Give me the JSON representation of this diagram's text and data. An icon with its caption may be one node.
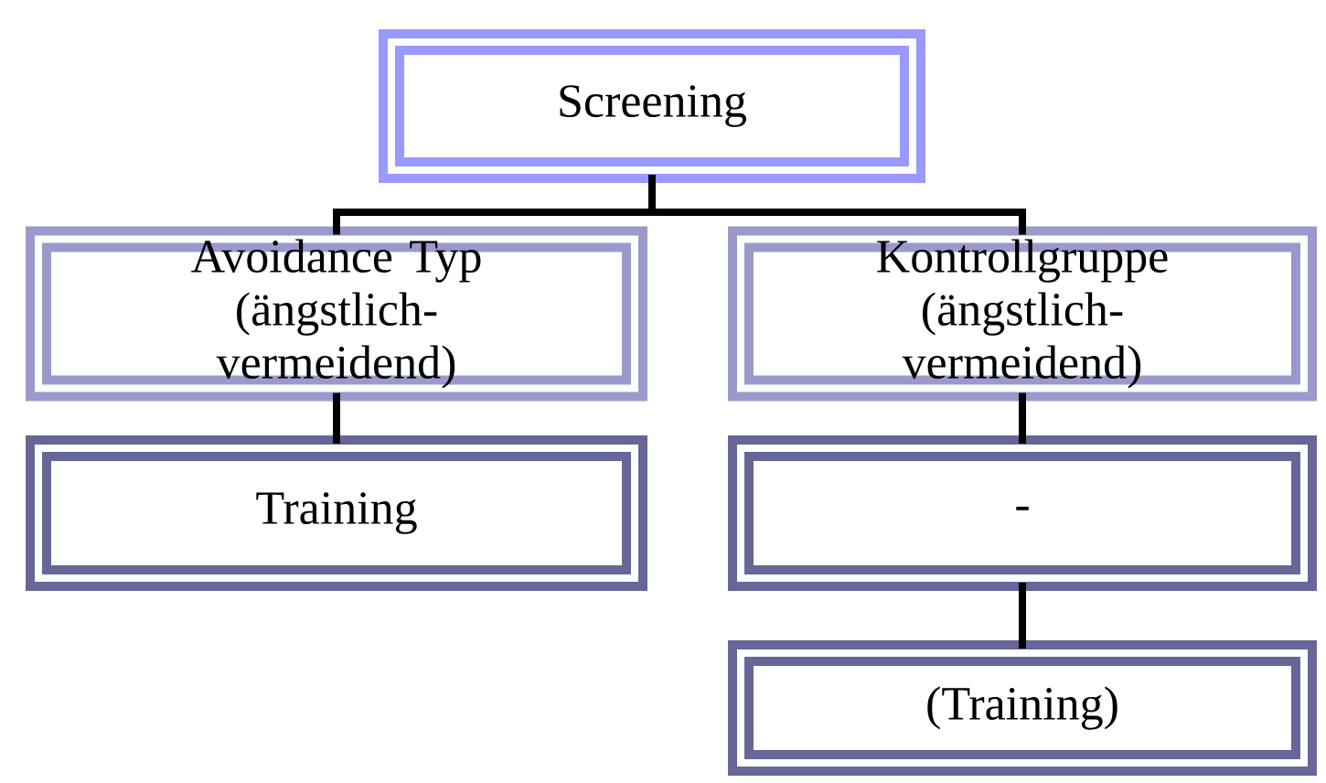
{
  "diagram": {
    "nodes": [
      {
        "text": [
          "Screening"
        ]
      },
      {
        "text": [
          "Avoidance Typ (ängstlich-vermeidend)"
        ]
      },
      {
        "text": [
          "Kontrollgruppe (ängstlich-vermeidend)"
        ]
      },
      {
        "text": [
          "Training"
        ]
      },
      {
        "text": [
          "-"
        ]
      },
      {
        "text": [
          "(Training)"
        ]
      }
    ],
    "edges": [
      {
        "from": 0,
        "to": 1,
        "arrow": "none"
      },
      {
        "from": 0,
        "to": 2,
        "arrow": "none"
      },
      {
        "from": 1,
        "to": 3,
        "arrow": "none"
      },
      {
        "from": 2,
        "to": 4,
        "arrow": "none"
      },
      {
        "from": 4,
        "to": 5,
        "arrow": "none"
      }
    ]
  }
}
